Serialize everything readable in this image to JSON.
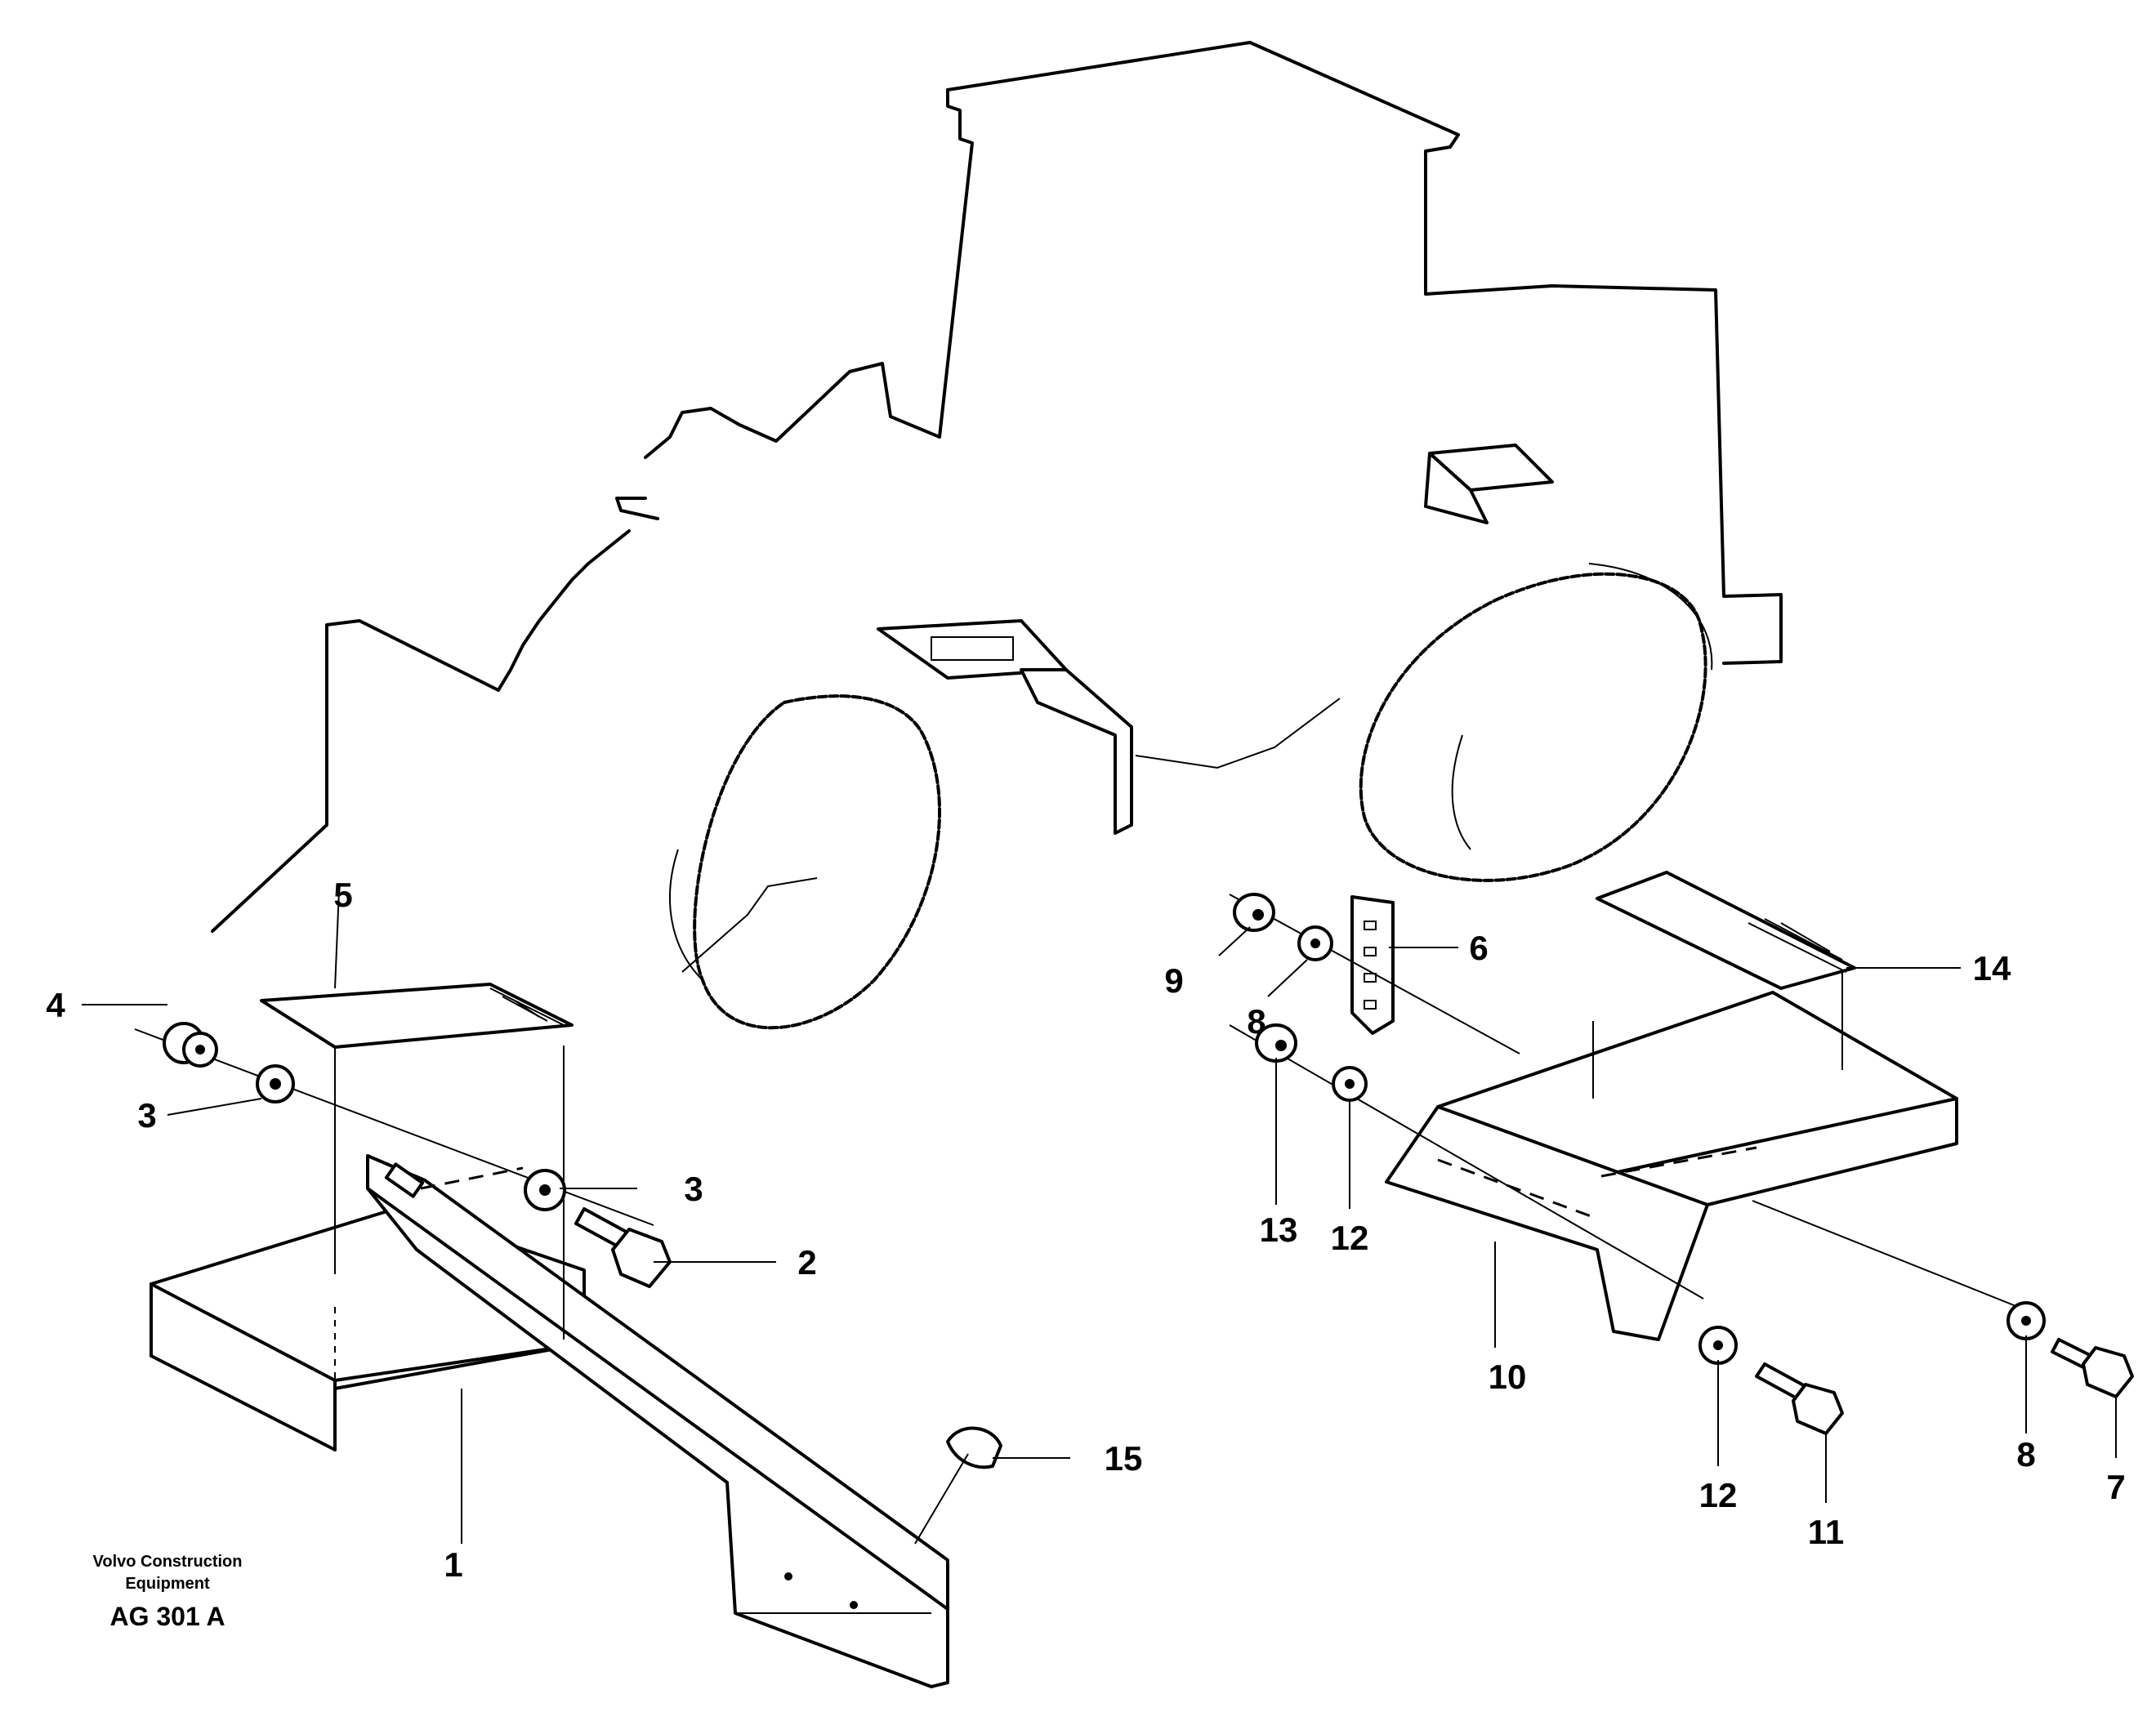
{
  "callouts": {
    "c1": "1",
    "c2": "2",
    "c3a": "3",
    "c3b": "3",
    "c4": "4",
    "c5": "5",
    "c6": "6",
    "c7": "7",
    "c8a": "8",
    "c8b": "8",
    "c9": "9",
    "c10": "10",
    "c11": "11",
    "c12a": "12",
    "c12b": "12",
    "c13": "13",
    "c14": "14",
    "c15": "15"
  },
  "footer": {
    "brand_line1": "Volvo Construction",
    "brand_line2": "Equipment",
    "drawing_code": "AG 301 A"
  }
}
